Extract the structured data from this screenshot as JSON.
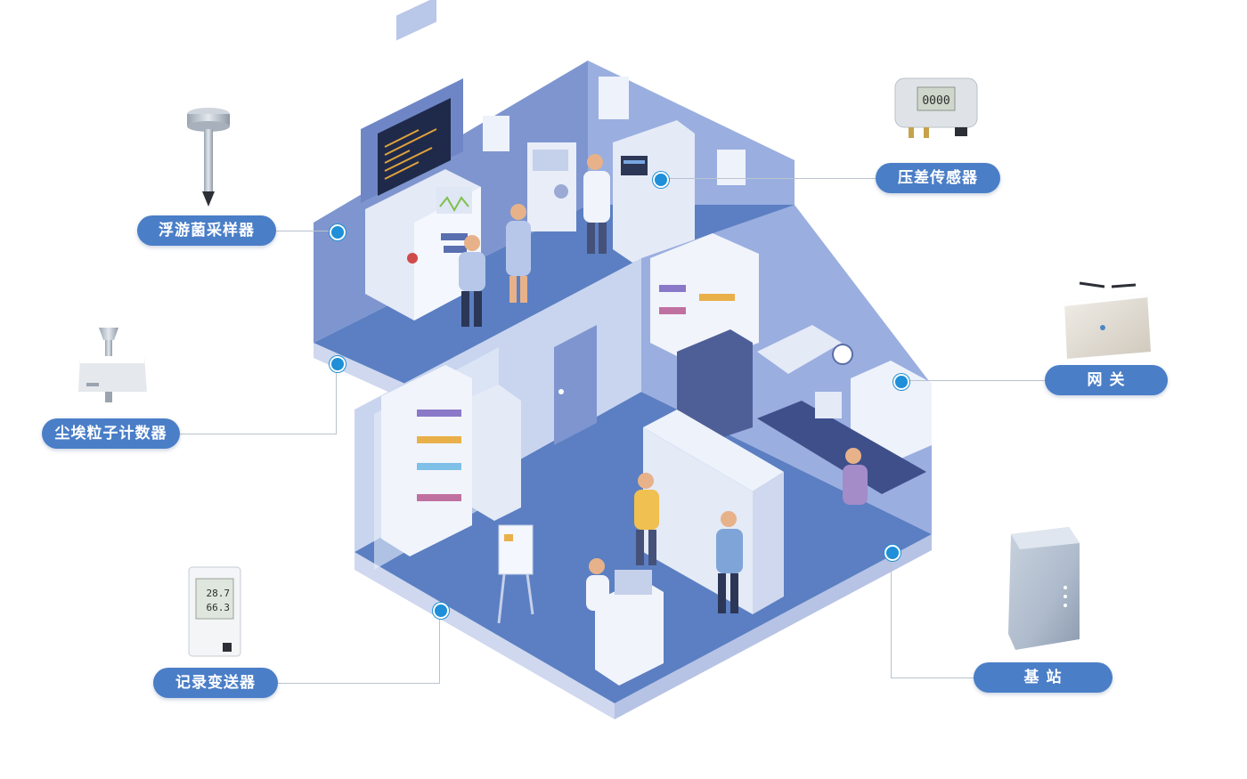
{
  "labels": {
    "plankton_sampler": "浮游菌采样器",
    "dust_counter": "尘埃粒子计数器",
    "recorder": "记录变送器",
    "pressure_sensor": "压差传感器",
    "gateway": "网 关",
    "base_station": "基 站"
  },
  "devices": {
    "pressure_display": "0000",
    "recorder_reading_1": "28.7",
    "recorder_reading_2": "66.3"
  },
  "colors": {
    "pill": "#4a7ec7",
    "dot": "#1e8fd8",
    "floor": "#5b7fc2",
    "wall": "#7e95cf",
    "furniture": "#e4eaf6"
  }
}
